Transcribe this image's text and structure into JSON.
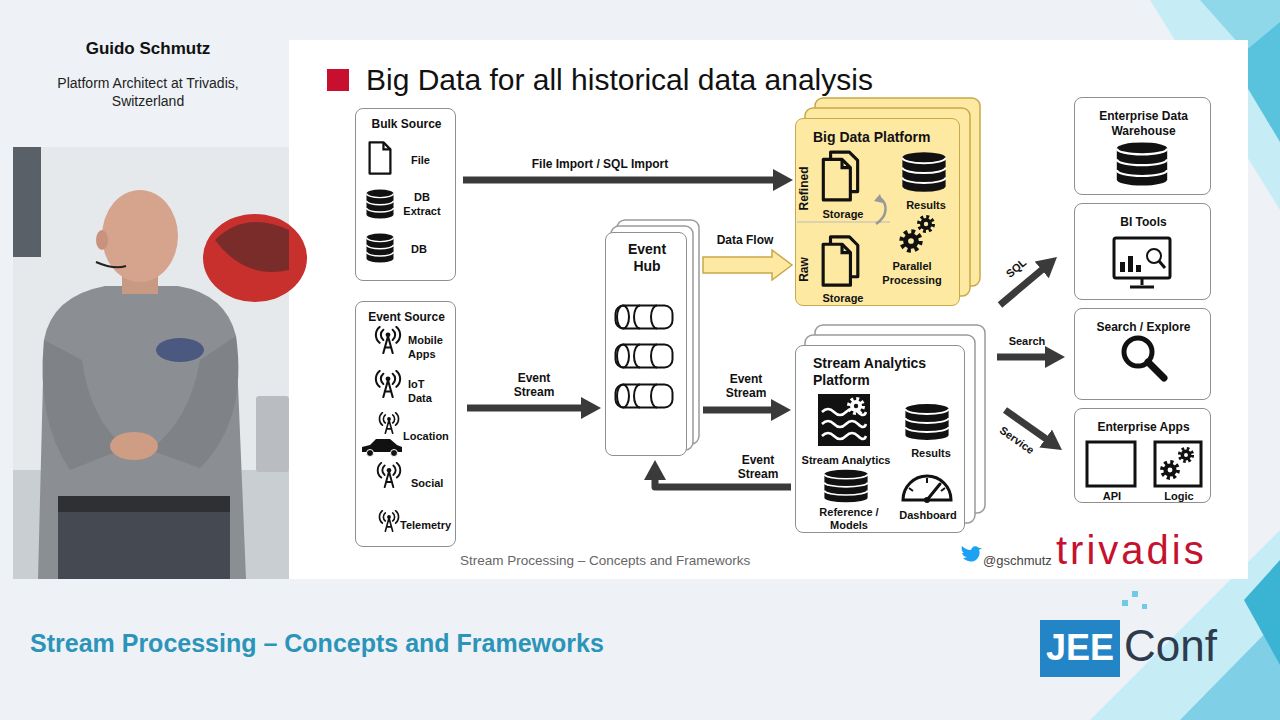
{
  "diagram": {
    "title": "Big Data for all historical data analysis",
    "caption": "Stream Processing – Concepts and Frameworks",
    "nodes": [
      {
        "text": [
          "Bulk Source",
          "File",
          "DB Extract",
          "DB"
        ]
      },
      {
        "text": [
          "Event Source",
          "Mobile Apps",
          "IoT Data",
          "Location",
          "Social",
          "Telemetry"
        ]
      },
      {
        "text": [
          "Event Hub"
        ]
      },
      {
        "text": [
          "Big Data Platform",
          "Refined",
          "Storage",
          "Raw",
          "Storage",
          "Results",
          "Parallel Processing"
        ]
      },
      {
        "text": [
          "Stream Analytics Platform",
          "Stream Analytics",
          "Results",
          "Reference / Models",
          "Dashboard"
        ]
      },
      {
        "text": [
          "Enterprise Data Warehouse"
        ]
      },
      {
        "text": [
          "BI Tools"
        ]
      },
      {
        "text": [
          "Search / Explore"
        ]
      },
      {
        "text": [
          "Enterprise Apps",
          "{ }",
          "API",
          "Logic"
        ]
      }
    ],
    "edges": [
      {
        "from": 0,
        "to": 3,
        "label": "File Import / SQL Import",
        "arrow": "to"
      },
      {
        "from": 1,
        "to": 2,
        "label": "Event Stream",
        "arrow": "to"
      },
      {
        "from": 2,
        "to": 3,
        "label": "Data Flow",
        "arrow": "to"
      },
      {
        "from": 2,
        "to": 4,
        "label": "Event Stream",
        "arrow": "to"
      },
      {
        "from": 4,
        "to": 2,
        "label": "Event Stream",
        "arrow": "to"
      },
      {
        "from": 3,
        "to": 6,
        "label": "SQL",
        "arrow": "to"
      },
      {
        "from": 4,
        "to": 7,
        "label": "Search",
        "arrow": "to"
      },
      {
        "from": 4,
        "to": 8,
        "label": "Service",
        "arrow": "to"
      }
    ],
    "labels": [
      "Guido Schmutz",
      "Platform Architect at Trivadis, Switzerland",
      "@gschmutz",
      "trivadis",
      "Stream Processing – Concepts and Frameworks",
      "JEE",
      "Conf"
    ]
  }
}
